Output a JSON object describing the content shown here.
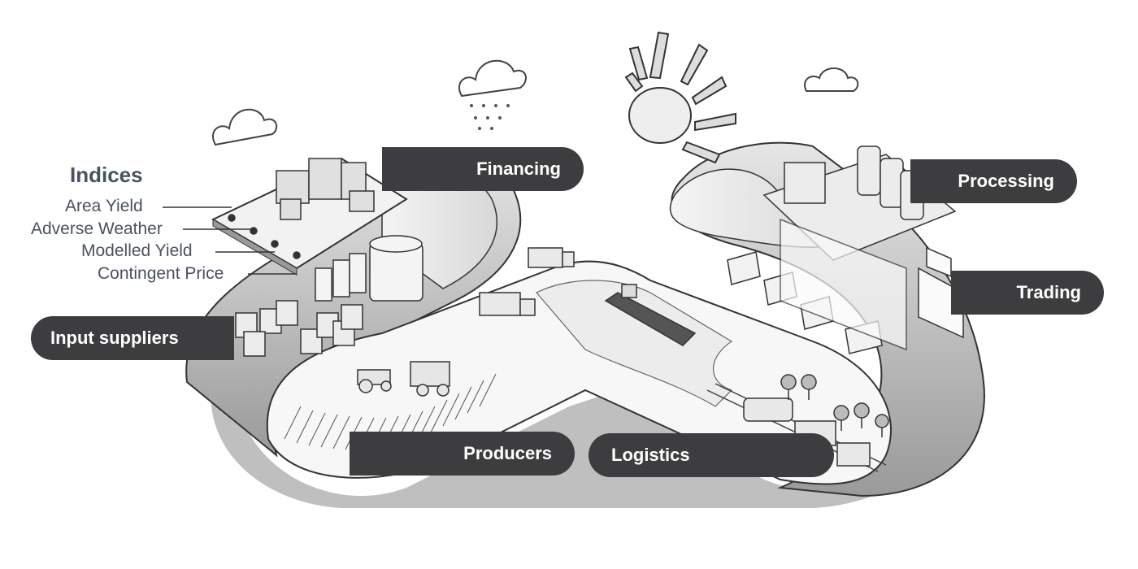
{
  "indices": {
    "title": "Indices",
    "items": [
      "Area Yield",
      "Adverse Weather",
      "Modelled Yield",
      "Contingent Price"
    ]
  },
  "stages": {
    "financing": "Financing",
    "processing": "Processing",
    "trading": "Trading",
    "input_suppliers": "Input suppliers",
    "producers": "Producers",
    "logistics": "Logistics"
  },
  "icons": [
    "cloud-icon",
    "rain-cloud-icon",
    "sun-icon",
    "money-stacks-icon",
    "silo-icon",
    "seed-bag-icon",
    "truck-icon",
    "tractor-icon",
    "harvester-icon",
    "cargo-ship-icon",
    "train-icon",
    "tree-icon",
    "laptop-icon",
    "factory-icon",
    "document-icon"
  ],
  "colors": {
    "pill": "#3d3d3f",
    "label_text": "#4a5160",
    "line": "#333333"
  }
}
